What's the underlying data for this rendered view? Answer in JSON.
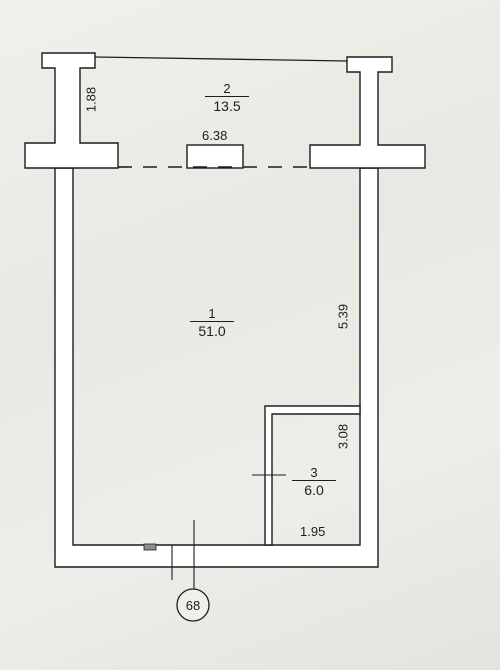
{
  "rooms": [
    {
      "number": "2",
      "area": "13.5"
    },
    {
      "number": "1",
      "area": "51.0"
    },
    {
      "number": "3",
      "area": "6.0"
    }
  ],
  "dimensions": {
    "balcony_depth": "1.88",
    "balcony_opening": "6.38",
    "right_wall": "5.39",
    "storage_height": "3.08",
    "storage_width": "1.95"
  },
  "marker": {
    "label": "68"
  },
  "colors": {
    "paper": "#ecebe6",
    "wall_fill": "#ffffff",
    "ink": "#1d1d1f"
  }
}
